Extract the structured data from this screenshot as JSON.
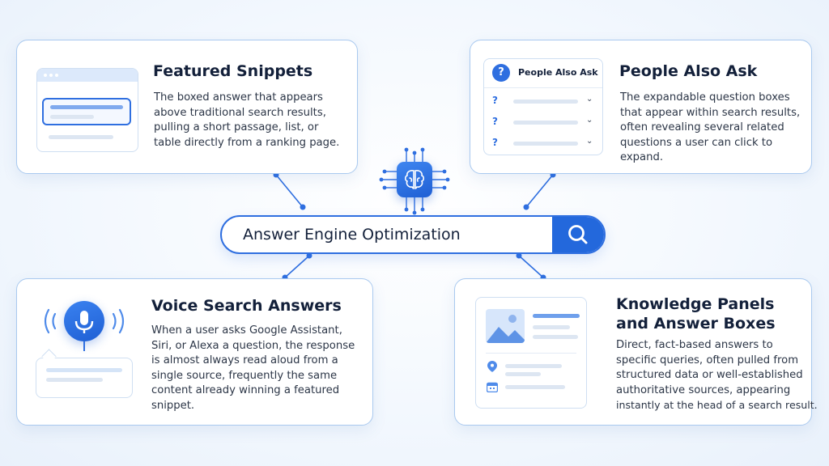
{
  "center": {
    "search_text": "Answer Engine Optimization",
    "search_icon": "search-icon",
    "hub_icon": "brain-chip-icon"
  },
  "colors": {
    "accent": "#2368dc",
    "card_border": "#a9c9ef",
    "connector": "#2f6fe0",
    "text_dark": "#13203a"
  },
  "cards": {
    "featured": {
      "title": "Featured Snippets",
      "desc": [
        "The boxed answer that appears",
        "above traditional search results,",
        "pulling a short passage, list, or",
        "table directly from a ranking page."
      ],
      "icon": "browser-snippet-icon"
    },
    "paa": {
      "title": "People Also Ask",
      "desc": [
        "The expandable question boxes",
        "that appear within search results,",
        "often revealing several related",
        "questions a user can click to expand."
      ],
      "widget_title": "People Also Ask",
      "widget_icon_text": "?",
      "question_mark": "?",
      "icon": "question-list-icon"
    },
    "voice": {
      "title": "Voice Search Answers",
      "desc": [
        "When a user asks Google Assistant,",
        "Siri, or Alexa a question, the response",
        "is almost always read aloud from a",
        "single source, frequently the same",
        "content already winning a featured",
        "snippet."
      ],
      "icon": "microphone-icon"
    },
    "knowledge": {
      "title": [
        "Knowledge Panels",
        "and Answer Boxes"
      ],
      "desc": [
        "Direct, fact-based answers to",
        "specific queries, often pulled from",
        "structured data or well-established",
        "authoritative sources, appearing",
        "instantly at the head of a search result."
      ],
      "icon": "knowledge-panel-icon"
    }
  }
}
